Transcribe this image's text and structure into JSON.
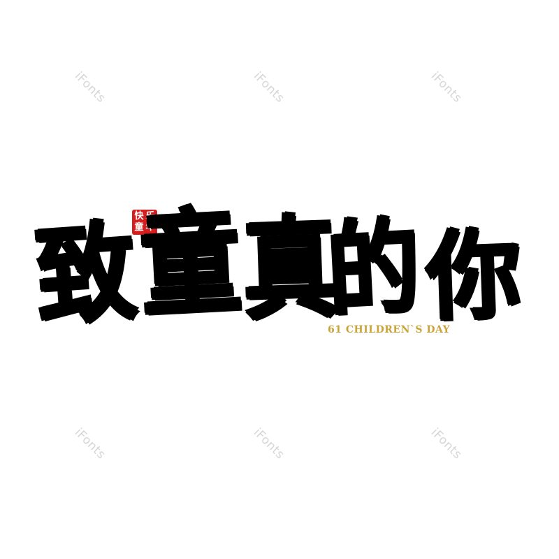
{
  "watermarks": [
    "iFonts",
    "iFonts",
    "iFonts",
    "iFonts",
    "iFonts",
    "iFonts"
  ],
  "title": {
    "chars": [
      "致",
      "童",
      "真",
      "的",
      "你"
    ],
    "color": "#000000"
  },
  "seal": {
    "chars": [
      "快",
      "乐",
      "童",
      "年"
    ],
    "color": "#d31f1f"
  },
  "subtitle": {
    "text": "61 CHILDREN`S DAY",
    "color": "#c9a43a"
  }
}
